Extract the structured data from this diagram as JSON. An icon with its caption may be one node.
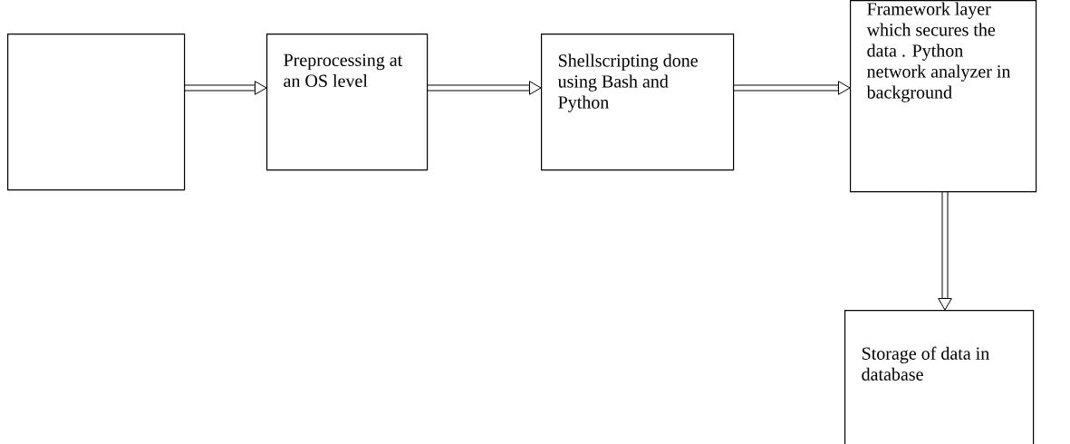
{
  "diagram": {
    "nodes": [
      {
        "text": [],
        "shape": "box"
      },
      {
        "text": [
          "Preprocessing at an OS level"
        ]
      },
      {
        "text": [
          "Shellscripting done using Bash and Python"
        ]
      },
      {
        "text": [
          "Framework layer which secures the data . Python network analyzer in background"
        ]
      },
      {
        "text": [
          "Storage of data in database"
        ]
      }
    ],
    "edges": [
      {
        "from": 0,
        "to": 1,
        "arrow": "to"
      },
      {
        "from": 1,
        "to": 2,
        "arrow": "to"
      },
      {
        "from": 2,
        "to": 3,
        "arrow": "to"
      },
      {
        "from": 3,
        "to": 4,
        "arrow": "to"
      }
    ]
  }
}
